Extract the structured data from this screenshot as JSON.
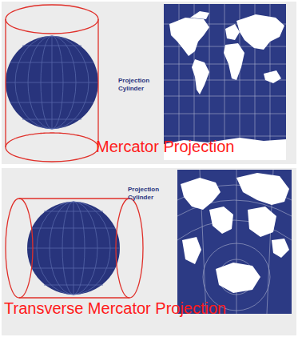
{
  "diagram": {
    "labels": [
      "Projection Cylinder",
      "Mercator Projection",
      "Projection Cylinder",
      "Transverse Mercator Projection"
    ]
  }
}
